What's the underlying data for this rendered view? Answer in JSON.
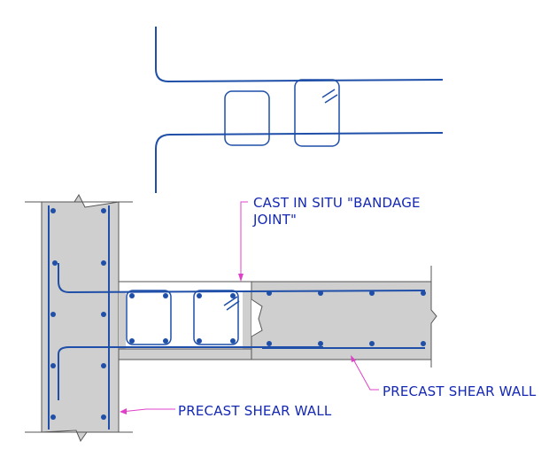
{
  "labels": {
    "bandage_line1": "CAST IN SITU \"BANDAGE",
    "bandage_line2": "JOINT\"",
    "precast_wall_right": "PRECAST SHEAR WALL",
    "precast_wall_left": "PRECAST SHEAR WALL"
  },
  "colors": {
    "concrete": "#cfcfcf",
    "rebar": "#1f4fa8",
    "leader": "#e040c8",
    "outline": "#555555",
    "text": "#1428b4"
  }
}
